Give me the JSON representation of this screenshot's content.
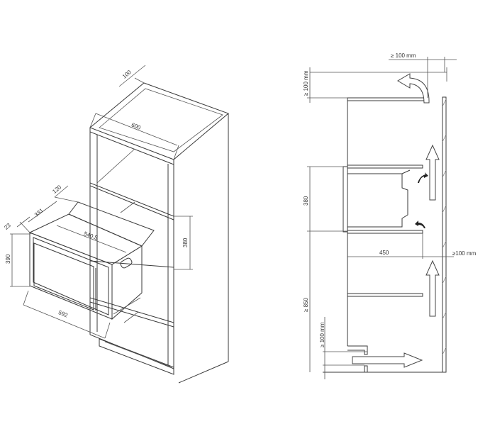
{
  "left_view": {
    "dims": {
      "top_gap": "100",
      "cabinet_width": "600",
      "top_depth": "120",
      "depth_331": "331",
      "frame_23": "23",
      "inner_width": "540.5",
      "height_390": "390",
      "niche_380": "380",
      "frame_width": "592"
    }
  },
  "right_view": {
    "dims": {
      "top_clearance": "≥ 100  mm",
      "top_gap_vertical": "≥ 100 mm",
      "niche_height": "380",
      "depth_450": "450",
      "rear_gap": "≥100 mm",
      "floor_height": "≥ 850",
      "bottom_gap": "≥ 100  mm"
    }
  }
}
